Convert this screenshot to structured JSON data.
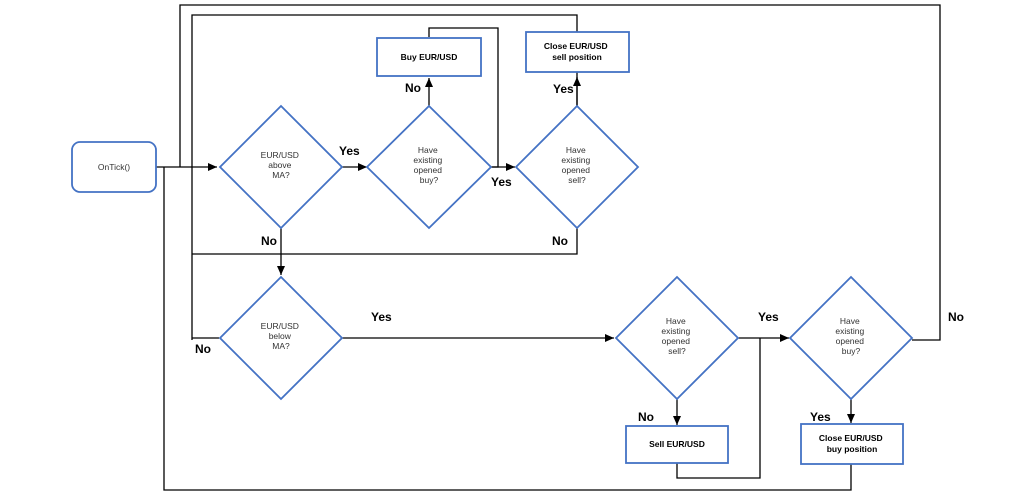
{
  "nodes": {
    "start": {
      "label": "OnTick()"
    },
    "above_ma": {
      "lines": [
        "EUR/USD",
        "above",
        "MA?"
      ]
    },
    "has_buy_top": {
      "lines": [
        "Have",
        "existing",
        "opened",
        "buy?"
      ]
    },
    "has_sell_top": {
      "lines": [
        "Have",
        "existing",
        "opened",
        "sell?"
      ]
    },
    "buy_action": {
      "label": "Buy EUR/USD"
    },
    "close_sell": {
      "lines": [
        "Close EUR/USD",
        "sell position"
      ]
    },
    "below_ma": {
      "lines": [
        "EUR/USD",
        "below",
        "MA?"
      ]
    },
    "has_sell_bottom": {
      "lines": [
        "Have",
        "existing",
        "opened",
        "sell?"
      ]
    },
    "has_buy_bottom": {
      "lines": [
        "Have",
        "existing",
        "opened",
        "buy?"
      ]
    },
    "sell_action": {
      "label": "Sell EUR/USD"
    },
    "close_buy": {
      "lines": [
        "Close EUR/USD",
        "buy position"
      ]
    }
  },
  "edge_labels": {
    "above_yes": "Yes",
    "above_no": "No",
    "buy_top_no": "No",
    "buy_top_yes": "Yes",
    "sell_top_yes": "Yes",
    "sell_top_no": "No",
    "below_no": "No",
    "below_yes": "Yes",
    "sell_bottom_no": "No",
    "sell_bottom_yes": "Yes",
    "buy_bottom_yes": "Yes",
    "buy_bottom_no": "No"
  }
}
